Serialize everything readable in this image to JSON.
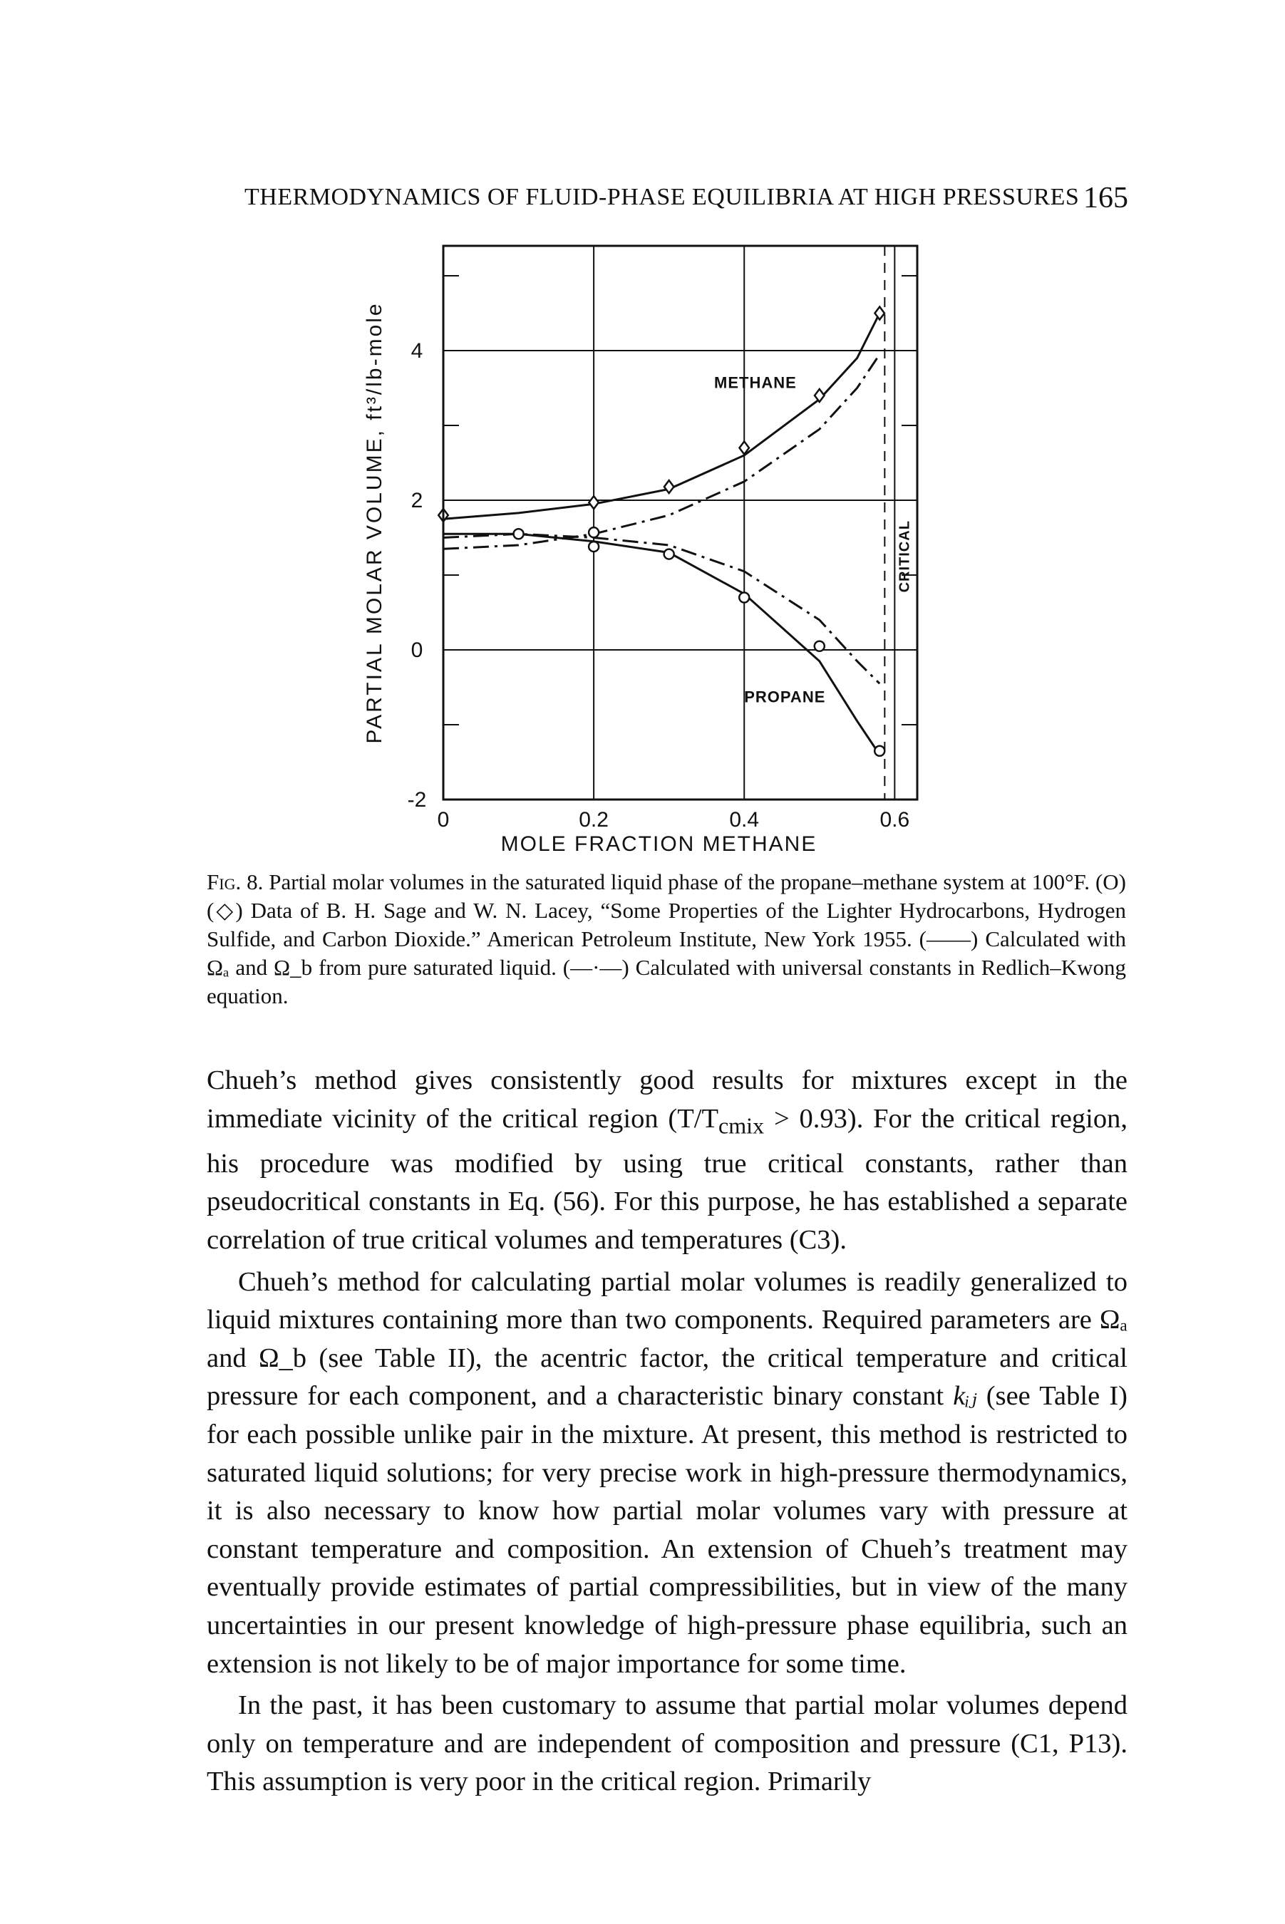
{
  "header": {
    "title": "THERMODYNAMICS OF FLUID-PHASE EQUILIBRIA AT HIGH PRESSURES",
    "page_number": "165"
  },
  "chart_data": {
    "type": "line",
    "xlabel": "MOLE FRACTION METHANE",
    "ylabel": "PARTIAL MOLAR VOLUME, ft³/lb-mole",
    "xlim": [
      0,
      0.63
    ],
    "ylim": [
      -2,
      5.4
    ],
    "x_ticks": [
      "0",
      "0.2",
      "0.4",
      "0.6"
    ],
    "y_ticks": [
      "-2",
      "0",
      "2",
      "4"
    ],
    "x_gridlines": [
      0.2,
      0.4,
      0.6
    ],
    "y_gridlines": [
      0,
      2,
      4
    ],
    "grid": true,
    "critical_line_x": 0.6,
    "critical_label": "CRITICAL",
    "annotations": [
      "METHANE",
      "PROPANE"
    ],
    "series": [
      {
        "name": "METHANE",
        "style": "solid",
        "x": [
          0,
          0.1,
          0.2,
          0.3,
          0.4,
          0.5,
          0.55,
          0.58
        ],
        "y": [
          1.75,
          1.83,
          1.95,
          2.15,
          2.6,
          3.35,
          3.9,
          4.5
        ]
      },
      {
        "name": "METHANE",
        "style": "dash-dot",
        "x": [
          0,
          0.1,
          0.2,
          0.3,
          0.4,
          0.5,
          0.55,
          0.58
        ],
        "y": [
          1.35,
          1.4,
          1.55,
          1.8,
          2.25,
          2.95,
          3.5,
          3.95
        ]
      },
      {
        "name": "PROPANE",
        "style": "solid",
        "x": [
          0,
          0.1,
          0.2,
          0.3,
          0.4,
          0.5,
          0.55,
          0.58
        ],
        "y": [
          1.55,
          1.55,
          1.45,
          1.3,
          0.75,
          -0.15,
          -0.95,
          -1.4
        ]
      },
      {
        "name": "PROPANE",
        "style": "dash-dot",
        "x": [
          0,
          0.1,
          0.2,
          0.3,
          0.4,
          0.5,
          0.55,
          0.58
        ],
        "y": [
          1.5,
          1.55,
          1.5,
          1.4,
          1.05,
          0.4,
          -0.15,
          -0.45
        ]
      }
    ],
    "data_points": {
      "methane_diamonds": {
        "x": [
          0,
          0.2,
          0.3,
          0.4,
          0.5,
          0.58
        ],
        "y": [
          1.8,
          1.97,
          2.18,
          2.7,
          3.4,
          4.5
        ]
      },
      "methane_circles": {
        "x": [
          0.1,
          0.2
        ],
        "y": [
          1.55,
          1.57
        ]
      },
      "propane_circles": {
        "x": [
          0.2,
          0.3,
          0.4,
          0.5,
          0.58
        ],
        "y": [
          1.38,
          1.28,
          0.7,
          0.05,
          -1.35
        ]
      }
    },
    "markers": {
      "methane": "◇",
      "propane": "○"
    }
  },
  "caption": {
    "label": "Fig. 8.",
    "text": "Partial molar volumes in the saturated liquid phase of the propane–methane system at 100°F. (O) (◇) Data of B. H. Sage and W. N. Lacey, “Some Properties of the Lighter Hydrocarbons, Hydrogen Sulfide, and Carbon Dioxide.” American Petroleum Institute, New York 1955. (——) Calculated with Ωₐ and Ω_b from pure saturated liquid. (—·—) Calculated with universal constants in Redlich–Kwong equation."
  },
  "body": {
    "p1a": "Chueh’s method gives consistently good results for mixtures except in the immediate vicinity of the critical region (T/T",
    "p1_sub": "cmix",
    "p1b": " > 0.93). For the critical region, his procedure was modified by using true critical constants, rather than pseudocritical constants in Eq. (56). For this purpose, he has established a separate correlation of true critical volumes and temperatures (C3).",
    "p2a": "Chueh’s method for calculating partial molar volumes is readily generalized to liquid mixtures containing more than two components. Required parameters are ",
    "p2_omega_a": "Ωₐ",
    "p2b": " and ",
    "p2_omega_b": "Ω_b",
    "p2c": " (see Table II), the acentric factor, the critical temperature and critical pressure for each component, and a characteristic binary constant ",
    "p2_kij": "kᵢⱼ",
    "p2d": " (see Table I) for each possible unlike pair in the mixture. At present, this method is restricted to saturated liquid solutions; for very precise work in high-pressure thermodynamics, it is also necessary to know how partial molar volumes vary with pressure at constant temperature and composition. An extension of Chueh’s treatment may eventually provide estimates of partial compressibilities, but in view of the many uncertainties in our present knowledge of high-pressure phase equilibria, such an extension is not likely to be of major importance for some time.",
    "p3": "In the past, it has been customary to assume that partial molar volumes depend only on temperature and are independent of composition and pressure (C1, P13). This assumption is very poor in the critical region. Primarily"
  }
}
